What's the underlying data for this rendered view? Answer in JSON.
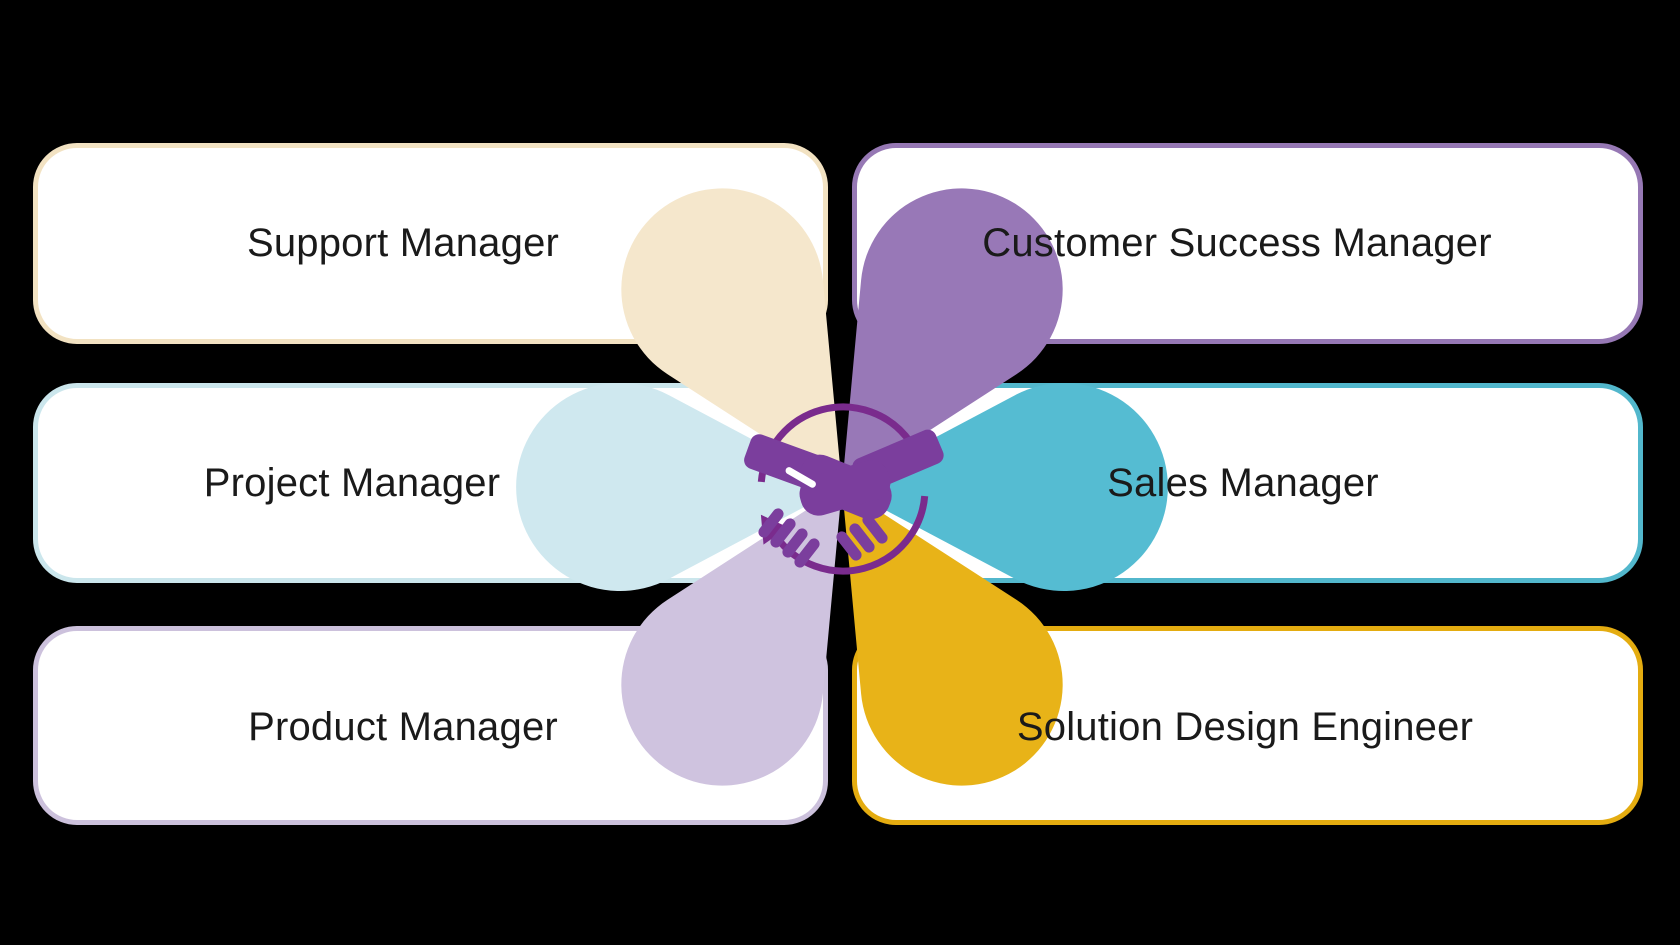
{
  "background_color": "#000000",
  "diagram": {
    "type": "flower-collaboration-cycle",
    "description_icon": "handshake-with-cycle-arrows"
  },
  "center": {
    "hand_color": "#7B3E9D",
    "arrow_color": "#7A2B8D",
    "highlight_color": "#FFFFFF"
  },
  "roles": [
    {
      "label": "Support Manager",
      "position": "top-left",
      "petal_color": "#F5E7CC",
      "border_color": "#F2E2C2"
    },
    {
      "label": "Customer Success Manager",
      "position": "top-right",
      "petal_color": "#9878B7",
      "border_color": "#9678B4"
    },
    {
      "label": "Project Manager",
      "position": "middle-left",
      "petal_color": "#CFE8EF",
      "border_color": "#CBE6EC"
    },
    {
      "label": "Sales Manager",
      "position": "middle-right",
      "petal_color": "#55BCD2",
      "border_color": "#52B7CC"
    },
    {
      "label": "Product Manager",
      "position": "bottom-left",
      "petal_color": "#CFC3DF",
      "border_color": "#CCC1DC"
    },
    {
      "label": "Solution Design Engineer",
      "position": "bottom-right",
      "petal_color": "#E8B318",
      "border_color": "#E4AC10"
    }
  ]
}
